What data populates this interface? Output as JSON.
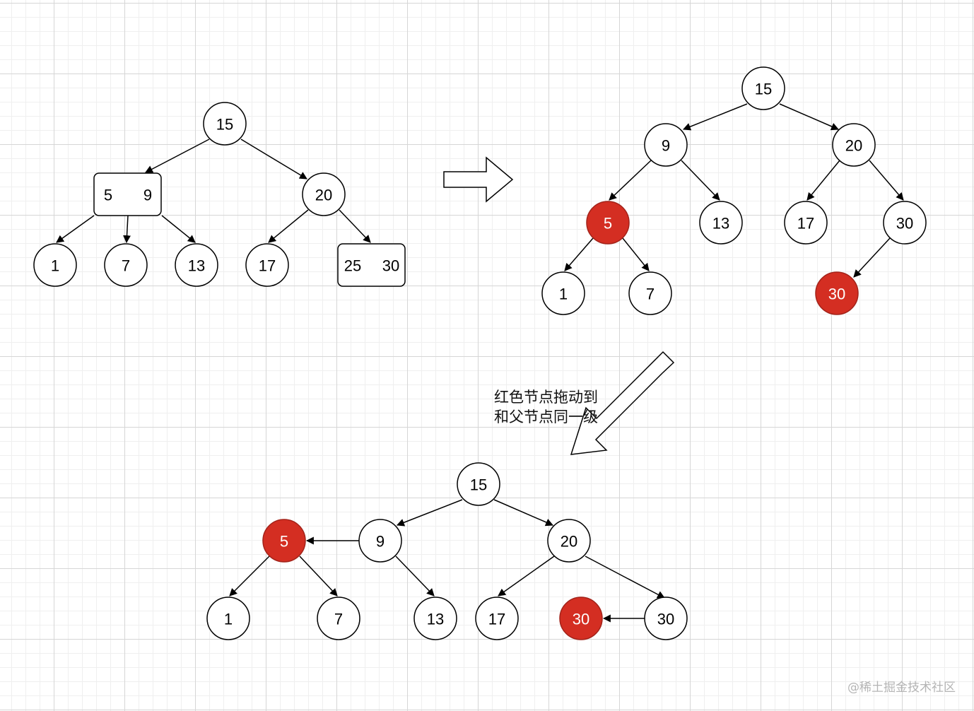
{
  "colors": {
    "highlight": "#d42e22",
    "node_fill": "#ffffff",
    "stroke": "#000000",
    "text": "#000000"
  },
  "caption": {
    "line1": "红色节点拖动到",
    "line2": "和父节点同一级"
  },
  "watermark": "@稀土掘金技术社区",
  "diagram1": {
    "nodes": {
      "n15": "15",
      "n20": "20",
      "n1": "1",
      "n7": "7",
      "n13": "13",
      "n17": "17"
    },
    "box_left": [
      "5",
      "9"
    ],
    "box_right": [
      "25",
      "30"
    ]
  },
  "diagram2": {
    "nodes": {
      "n15": "15",
      "n9": "9",
      "n20": "20",
      "n5": "5",
      "n13": "13",
      "n17": "17",
      "n30": "30",
      "n1": "1",
      "n7": "7",
      "n30r": "30"
    }
  },
  "diagram3": {
    "nodes": {
      "n15": "15",
      "n9": "9",
      "n20": "20",
      "n5": "5",
      "n1": "1",
      "n7": "7",
      "n13": "13",
      "n17": "17",
      "n30r": "30",
      "n30": "30"
    }
  }
}
